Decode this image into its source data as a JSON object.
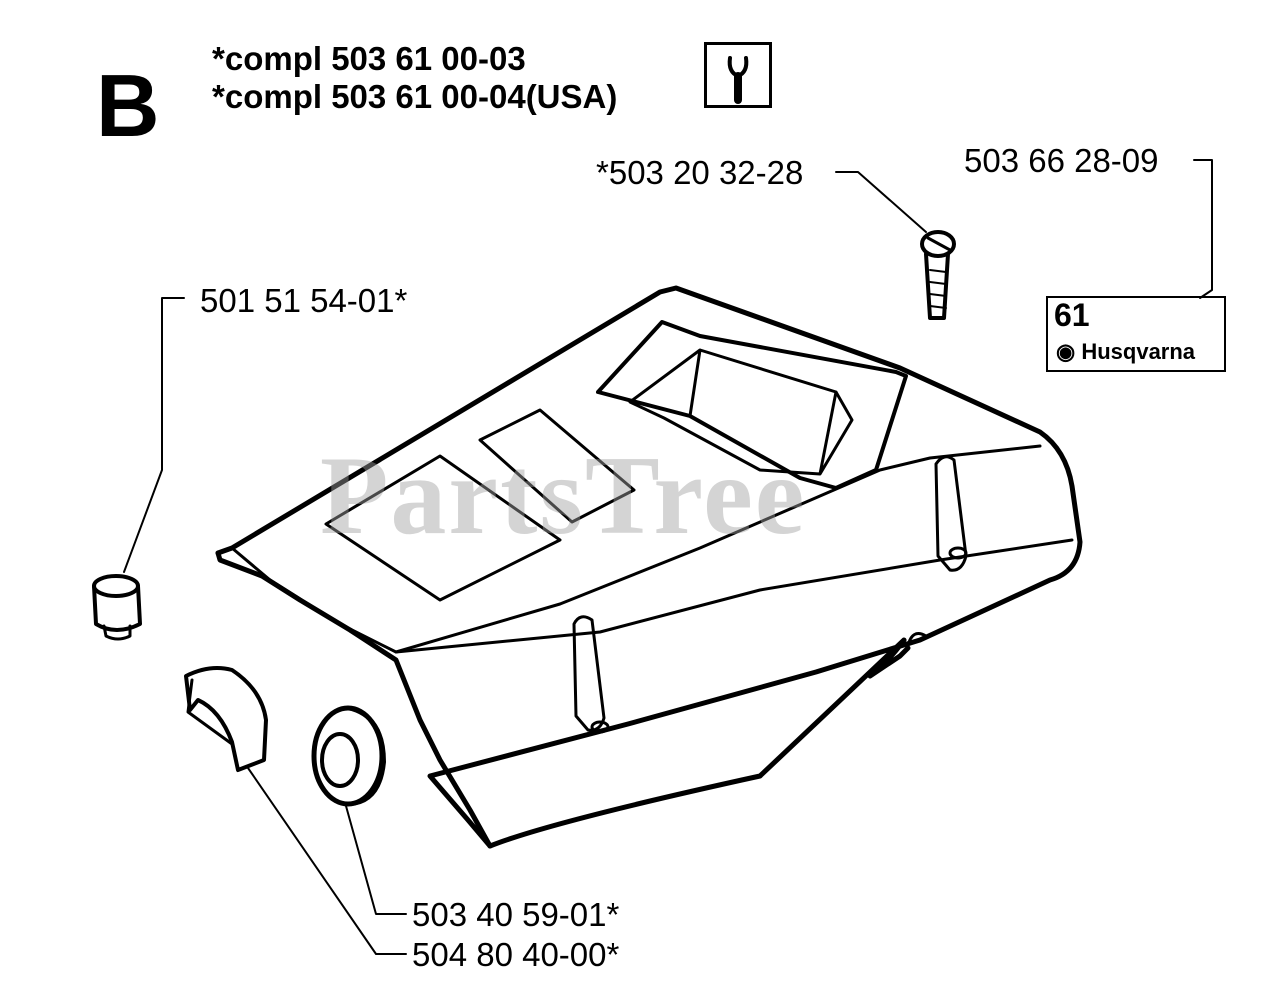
{
  "section": {
    "letter": "B"
  },
  "assembly": {
    "line1": "*compl 503 61 00-03",
    "line2": "*compl 503 61 00-04(USA)",
    "icon": "wrench-icon"
  },
  "parts": {
    "screw": "*503 20 32-28",
    "decal": "503 66 28-09",
    "plug": "501 51 54-01*",
    "grommet": "503 40 59-01*",
    "cap": "504 80 40-00*"
  },
  "decal_label": {
    "model": "61",
    "brand": "Husqvarna",
    "brand_icon": "husqvarna-crown-icon"
  },
  "watermark": {
    "text": "PartsTree",
    "color": "#a0a0a0"
  },
  "colors": {
    "ink": "#000000",
    "paper": "#ffffff"
  }
}
